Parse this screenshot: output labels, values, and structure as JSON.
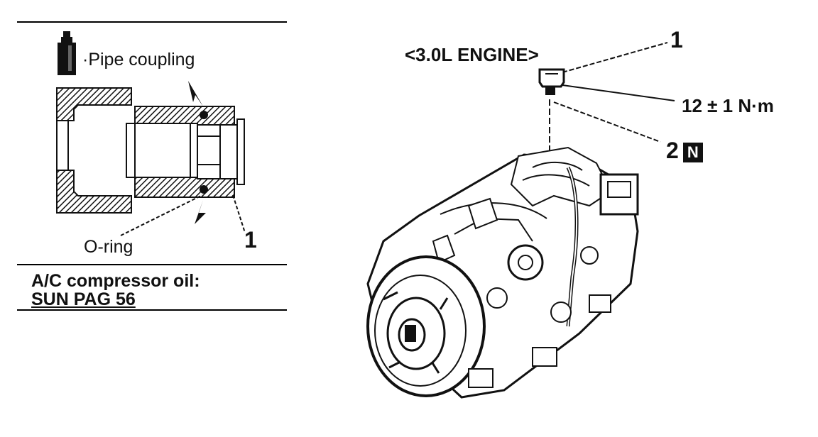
{
  "left_panel": {
    "pipe_coupling_label": "·Pipe coupling",
    "o_ring_label": "O-ring",
    "callout_1": "1",
    "oil_note_line1": "A/C compressor oil:",
    "oil_note_line2": "SUN PAG 56"
  },
  "right_panel": {
    "engine_label": "<3.0L ENGINE>",
    "callout_1": "1",
    "torque_label": "12 ± 1 N·m",
    "callout_2": "2",
    "new_part_badge": "N"
  },
  "icons": {
    "oil_bottle": "oil-bottle-icon",
    "new_part": "n-badge-icon"
  }
}
